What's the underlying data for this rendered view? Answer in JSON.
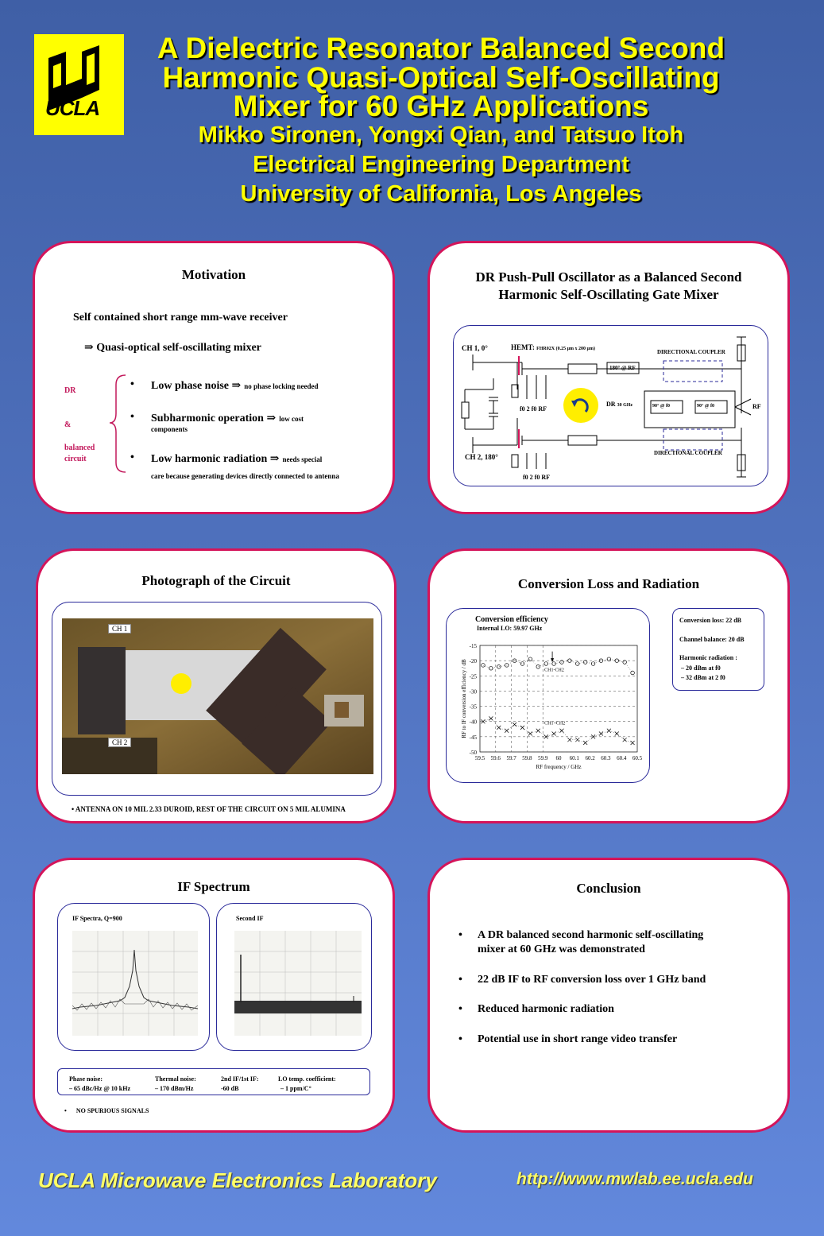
{
  "header": {
    "logo_text": "UCLA",
    "title_line1": "A Dielectric Resonator Balanced Second",
    "title_line2": "Harmonic Quasi-Optical Self-Oscillating",
    "title_line3": "Mixer for 60 GHz Applications",
    "authors": "Mikko Sironen, Yongxi Qian, and Tatsuo Itoh",
    "department": "Electrical Engineering Department",
    "university": "University of California, Los Angeles"
  },
  "motivation": {
    "title": "Motivation",
    "line1": "Self contained short range mm-wave receiver",
    "line2": "⇒  Quasi-optical self-oscillating mixer",
    "side_dr": "DR",
    "side_amp": "&",
    "side_balanced": "balanced",
    "side_circuit": "circuit",
    "b1_main": "Low phase noise ⇒",
    "b1_small": "no phase locking needed",
    "b2_main": "Subharmonic operation ⇒",
    "b2_small": "low cost",
    "b2_small2": "components",
    "b3_main": "Low harmonic radiation ⇒",
    "b3_small": "needs special",
    "b3_small2": "care because generating devices directly connected to antenna"
  },
  "dr_oscillator": {
    "title_line1": "DR Push-Pull Oscillator as a Balanced Second",
    "title_line2": "Harmonic Self-Oscillating Gate Mixer",
    "ch1": "CH 1, 0°",
    "ch2": "CH 2, 180°",
    "hemt": "HEMT:",
    "hemt_spec": "FHR02X (0.25 µm x 200 µm)",
    "dir_coupler_top": "DIRECTIONAL COUPLER",
    "dir_coupler_bottom": "DIRECTIONAL COUPLER",
    "phase_180": "180° @ RF",
    "dr_label": "DR",
    "dr_freq": "30 GHz",
    "phase_90_a": "90° @ f0",
    "phase_90_b": "90° @ f0",
    "rf": "RF",
    "freqs_top": "f0  2 f0  RF",
    "freqs_bottom": "f0  2 f0  RF"
  },
  "photograph": {
    "title": "Photograph of the Circuit",
    "ch1": "CH 1",
    "ch2": "CH 2",
    "note": "ANTENNA ON 10 MIL 2.33 DUROID, REST OF THE CIRCUIT ON 5 MIL ALUMINA"
  },
  "conversion": {
    "title": "Conversion Loss and Radiation",
    "chart_title": "Conversion efficiency",
    "chart_subtitle": "Internal LO: 59.97 GHz",
    "stat1": "Conversion loss: 22 dB",
    "stat2": "Channel balance: 20 dB",
    "stat3": "Harmonic radiation :",
    "stat4": "– 20 dBm at f0",
    "stat5": "– 32 dBm at 2 f0"
  },
  "chart_data": {
    "type": "scatter",
    "title": "Conversion efficiency",
    "subtitle": "Internal LO: 59.97 GHz",
    "xlabel": "RF frequency / GHz",
    "ylabel": "RF to IF conversion efficiency / dB",
    "xlim": [
      59.5,
      60.5
    ],
    "ylim": [
      -50,
      -15
    ],
    "xticks": [
      "59.5",
      "59.6",
      "59.7",
      "59.8",
      "59.9",
      "60",
      "60.1",
      "60.2",
      "60.3",
      "60.4",
      "60.5"
    ],
    "yticks": [
      "-15",
      "-20",
      "-25",
      "-30",
      "-35",
      "-40",
      "-45",
      "-50"
    ],
    "grid": "dashed",
    "series": [
      {
        "name": "CH1-CH2",
        "marker": "circle",
        "x": [
          59.52,
          59.57,
          59.62,
          59.67,
          59.72,
          59.77,
          59.82,
          59.87,
          59.92,
          59.97,
          60.02,
          60.07,
          60.12,
          60.17,
          60.22,
          60.27,
          60.32,
          60.37,
          60.42,
          60.47
        ],
        "y": [
          -21.5,
          -22.5,
          -22,
          -21.5,
          -20,
          -21,
          -19.5,
          -22,
          -21,
          -21,
          -20.5,
          -20,
          -21,
          -20.5,
          -21,
          -20,
          -19.5,
          -20,
          -20.5,
          -24
        ]
      },
      {
        "name": "CH1+CH2",
        "marker": "x",
        "x": [
          59.52,
          59.57,
          59.62,
          59.67,
          59.72,
          59.77,
          59.82,
          59.87,
          59.92,
          59.97,
          60.02,
          60.07,
          60.12,
          60.17,
          60.22,
          60.27,
          60.32,
          60.37,
          60.42,
          60.47
        ],
        "y": [
          -40,
          -39,
          -42,
          -43,
          -41,
          -42,
          -44,
          -43,
          -45,
          -44,
          -43,
          -46,
          -46,
          -47,
          -45,
          -44,
          -43,
          -44,
          -46,
          -47
        ]
      }
    ]
  },
  "if_spectrum": {
    "title": "IF Spectrum",
    "plot1_title": "IF Spectra, Q=900",
    "plot2_title": "Second IF",
    "spec1": "Phase noise:",
    "spec1_val": "– 65 dBc/Hz @ 10 kHz",
    "spec2": "Thermal noise:",
    "spec2_val": "– 170 dBm/Hz",
    "spec3": "2nd IF/1st IF:",
    "spec3_val": "-60 dB",
    "spec4": "LO temp. coefficient:",
    "spec4_val": "– 1 ppm/C°",
    "note": "NO SPURIOUS SIGNALS"
  },
  "conclusion": {
    "title": "Conclusion",
    "items": [
      "A DR balanced second harmonic self-oscillating",
      "mixer at 60 GHz was demonstrated",
      "22 dB IF to RF conversion loss over 1 GHz band",
      "Reduced harmonic radiation",
      "Potential use in short range video transfer"
    ]
  },
  "footer": {
    "lab": "UCLA Microwave Electronics Laboratory",
    "url": "http://www.mwlab.ee.ucla.edu"
  },
  "colors": {
    "title_yellow": "#ffff00",
    "panel_border": "#d4145a",
    "inner_border": "#2a2a9a",
    "accent_magenta": "#c2185b"
  }
}
